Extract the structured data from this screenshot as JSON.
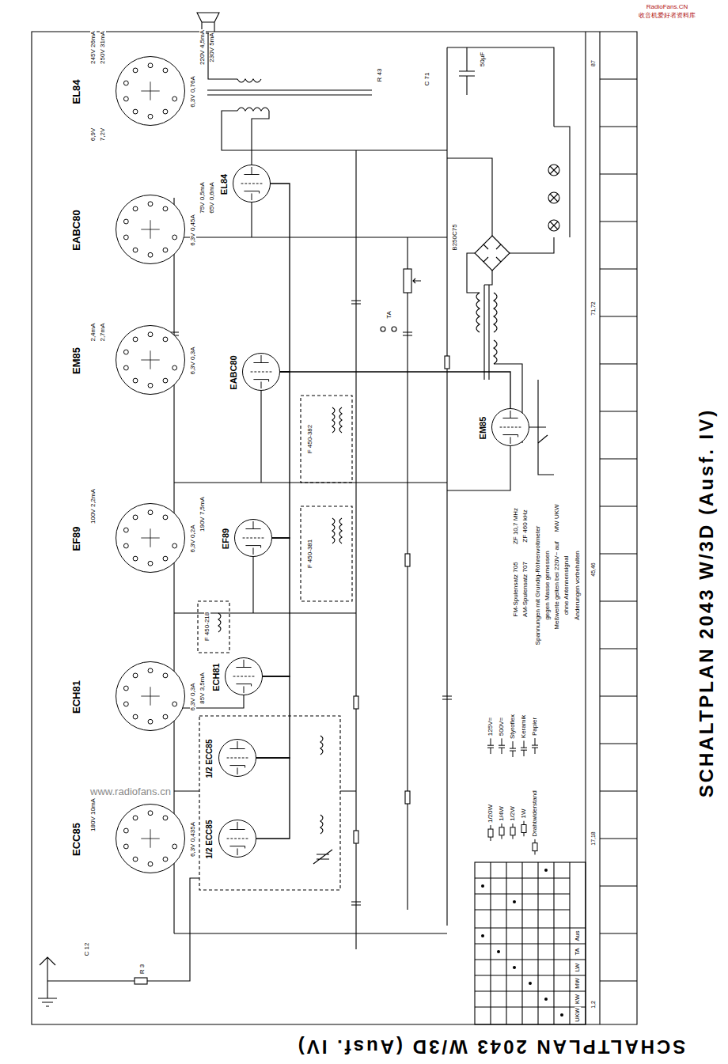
{
  "diagram": {
    "title": "SCHALTPLAN 2043 W/3D (Ausf. IV)",
    "nodes": [
      {
        "text": [
          "EL84",
          "6,3V 0,76A"
        ]
      },
      {
        "text": [
          "EABC80",
          "6,3V 0,45A"
        ]
      },
      {
        "text": [
          "EM85",
          "6,3V 0,3A"
        ]
      },
      {
        "text": [
          "EF89",
          "6,3V 0,2A"
        ]
      },
      {
        "text": [
          "ECH81",
          "6,3V 0,3A"
        ]
      },
      {
        "text": [
          "ECC85",
          "6,3V 0,435A"
        ]
      },
      {
        "text": [
          "EL84"
        ]
      },
      {
        "text": [
          "EABC80"
        ]
      },
      {
        "text": [
          "EM85"
        ]
      },
      {
        "text": [
          "EF89"
        ]
      },
      {
        "text": [
          "ECH81"
        ]
      },
      {
        "text": [
          "1/2 ECC85"
        ]
      },
      {
        "text": [
          "1/2 ECC85"
        ]
      }
    ],
    "edges": [
      {
        "from": 12,
        "to": 11,
        "arrow": "none"
      },
      {
        "from": 11,
        "to": 10,
        "arrow": "none"
      },
      {
        "from": 10,
        "to": 9,
        "arrow": "none"
      },
      {
        "from": 9,
        "to": 7,
        "arrow": "none"
      },
      {
        "from": 7,
        "to": 6,
        "arrow": "none"
      },
      {
        "from": 7,
        "to": 8,
        "arrow": "none"
      }
    ],
    "labels": [
      "SCHALTPLAN 2043 W/3D (Ausf. IV)",
      "RadioFans.CN",
      "收音机爱好者资料库",
      "www.radiofans.cn",
      "245V 26mA",
      "250V 31mA",
      "220V 4,5mA",
      "230V 5mA",
      "6,9V",
      "7,2V",
      "75V 0,5mA",
      "65V 0,6mA",
      "2,4mA",
      "2,7mA",
      "100V 2,2mA",
      "190V 7,5mA",
      "85V 3,5mA",
      "180V 10mA",
      "TA",
      "B250C75",
      "F 450-382",
      "F 450-381",
      "F 450-218",
      "C 71",
      "50µF",
      "R 43",
      "C 12",
      "R 3",
      "FM-Spulensatz 705",
      "ZF 10,7 MHz",
      "AM-Spulensatz 707",
      "ZF 460 kHz",
      "Spannungen mit Grundig-Röhrenvoltmeter",
      "gegen Masse gemessen",
      "Meßwerte gelten bei 220V~ auf",
      "MW UKW",
      "ohne Antennensignal",
      "Änderungen vorbehalten",
      "UKW",
      "KW",
      "MW",
      "LW",
      "TA",
      "Aus",
      "1,2",
      "17,18",
      "45,46",
      "71,72",
      "87"
    ],
    "legend": [
      {
        "text": "125V="
      },
      {
        "text": "500V="
      },
      {
        "text": "Styroflex"
      },
      {
        "text": "Keramik"
      },
      {
        "text": "Papier"
      },
      {
        "text": "1/20W"
      },
      {
        "text": "1/4W"
      },
      {
        "text": "1/2W"
      },
      {
        "text": "1W"
      },
      {
        "text": "Drahtwiderstand"
      }
    ]
  }
}
